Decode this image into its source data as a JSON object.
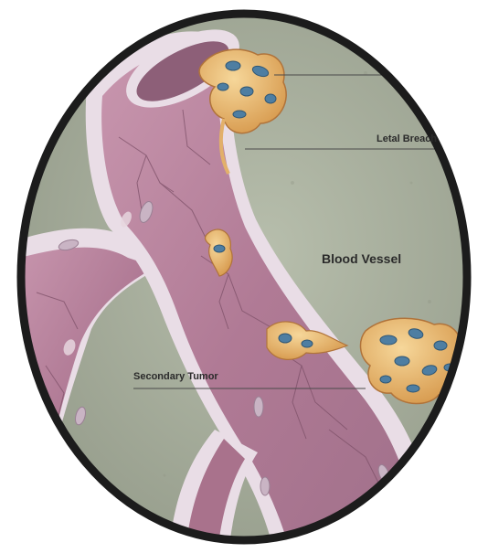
{
  "labels": {
    "lateral_breach": "Letal Breach",
    "blood_vessel": "Blood Vessel",
    "secondary_tumor": "Secondary Tumor"
  },
  "colors": {
    "frame": "#1c1c1c",
    "background_tissue": "#a9b09e",
    "vessel_wall": "#e9dde6",
    "vessel_lumen": "#b8839d",
    "vessel_shadow": "#8d5f78",
    "cell_body": "#e8b870",
    "cell_nucleus": "#4e7ea2"
  }
}
